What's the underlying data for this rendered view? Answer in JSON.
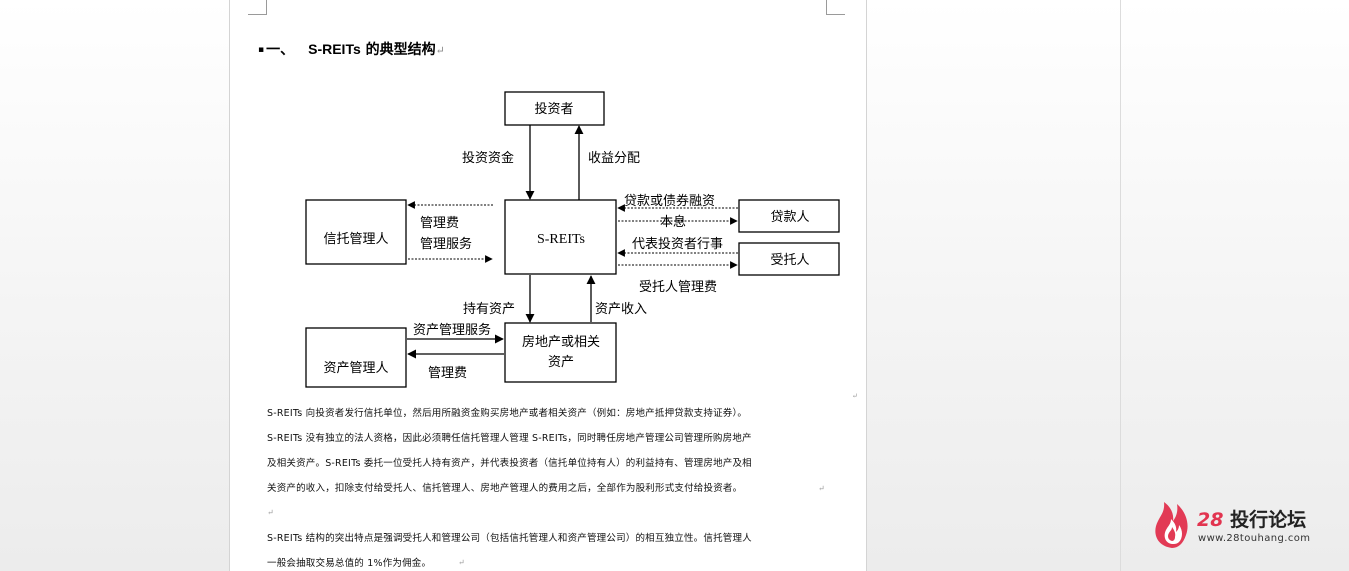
{
  "heading": {
    "bullet": "▪",
    "number": "一、",
    "title_latin": "S-REITs",
    "title_cn": " 的典型结构",
    "mark": "↵"
  },
  "diagram": {
    "boxes": {
      "investor": "投资者",
      "sreits": "S-REITs",
      "trust_manager": "信托管理人",
      "lender": "贷款人",
      "trustee": "受托人",
      "asset_manager": "资产管理人",
      "property_line1": "房地产或相关",
      "property_line2": "资产"
    },
    "labels": {
      "invest_funds": "投资资金",
      "income_distribution": "收益分配",
      "mgmt_fee": "管理费",
      "mgmt_service": "管理服务",
      "loan_bond": "贷款或债券融资",
      "principal_interest": "本息",
      "act_for_investor": "代表投资者行事",
      "trustee_fee": "受托人管理费",
      "hold_assets": "持有资产",
      "asset_income": "资产收入",
      "asset_mgmt_service": "资产管理服务",
      "mgmt_fee_2": "管理费"
    },
    "mark": "↵"
  },
  "paragraphs": {
    "p1_l1": "S-REITs 向投资者发行信托单位，然后用所融资金购买房地产或者相关资产（例如：房地产抵押贷款支持证券）。",
    "p1_l2": "S-REITs 没有独立的法人资格，因此必须聘任信托管理人管理 S-REITs，同时聘任房地产管理公司管理所购房地产",
    "p1_l3": "及相关资产。S-REITs 委托一位受托人持有资产，并代表投资者（信托单位持有人）的利益持有、管理房地产及相",
    "p1_l4": "关资产的收入，扣除支付给受托人、信托管理人、房地产管理人的费用之后，全部作为股利形式支付给投资者。",
    "p2_l1": "S-REITs 结构的突出特点是强调受托人和管理公司（包括信托管理人和资产管理公司）的相互独立性。信托管理人",
    "p2_l2": "一般会抽取交易总值的 1%作为佣金。",
    "mark": "↵"
  },
  "logo": {
    "number": "28",
    "name": "投行论坛",
    "url": "www.28touhang.com"
  }
}
